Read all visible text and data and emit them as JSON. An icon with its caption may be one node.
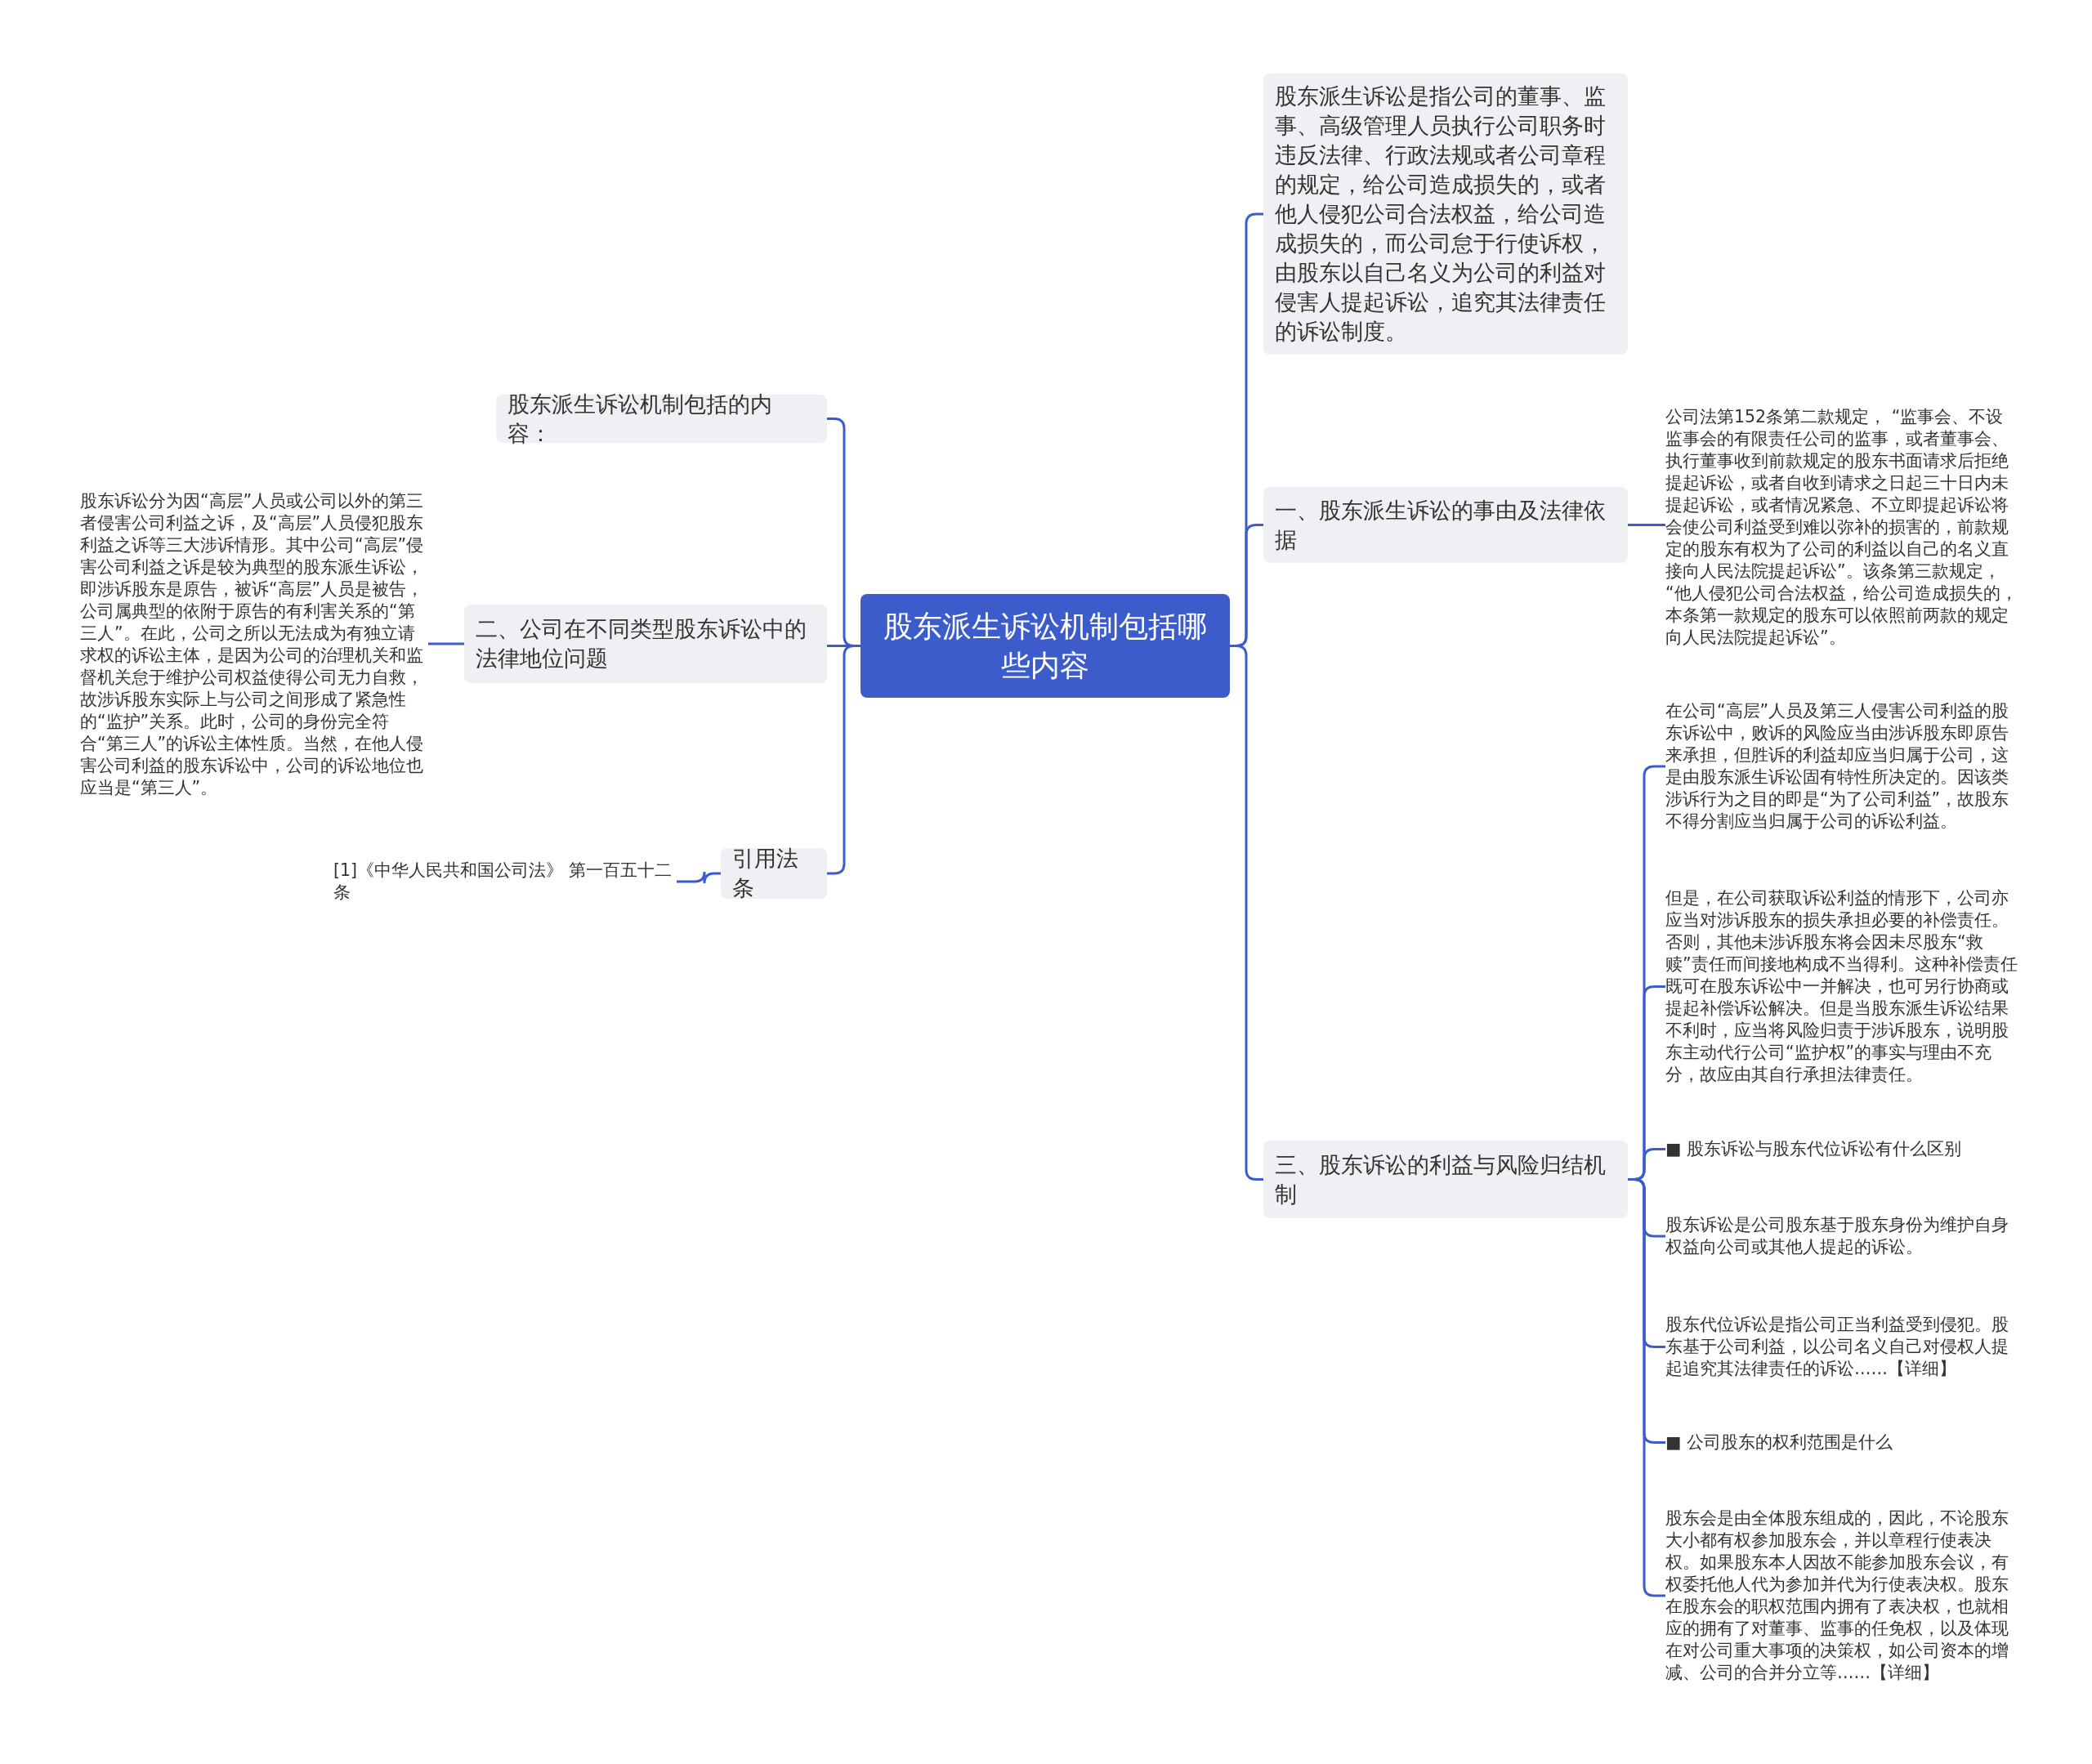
{
  "diagram": {
    "nodes": [
      {
        "text": [
          "股东派生诉讼机制包括哪些内容"
        ]
      },
      {
        "text": [
          "股东派生诉讼机制包括的内容："
        ]
      },
      {
        "text": [
          "二、公司在不同类型股东诉讼中的法律地位问题"
        ]
      },
      {
        "text": [
          "股东诉讼分为因“高层”人员或公司以外的第三者侵害公司利益之诉，及“高层”人员侵犯股东利益之诉等三大涉诉情形。其中公司“高层”侵害公司利益之诉是较为典型的股东派生诉讼，即涉诉股东是原告，被诉“高层”人员是被告，公司属典型的依附于原告的有利害关系的“第三人”。在此，公司之所以无法成为有独立请求权的诉讼主体，是因为公司的治理机关和监督机关怠于维护公司权益使得公司无力自救，故涉诉股东实际上与公司之间形成了紧急性的“监护”关系。此时，公司的身份完全符合“第三人”的诉讼主体性质。当然，在他人侵害公司利益的股东诉讼中，公司的诉讼地位也应当是“第三人”。"
        ]
      },
      {
        "text": [
          "引用法条"
        ]
      },
      {
        "text": [
          "[1]《中华人民共和国公司法》 第一百五十二条"
        ]
      },
      {
        "text": [
          "股东派生诉讼是指公司的董事、监事、高级管理人员执行公司职务时违反法律、行政法规或者公司章程的规定，给公司造成损失的，或者他人侵犯公司合法权益，给公司造成损失的，而公司怠于行使诉权，由股东以自己名义为公司的利益对侵害人提起诉讼，追究其法律责任的诉讼制度。"
        ]
      },
      {
        "text": [
          "一、股东派生诉讼的事由及法律依据"
        ]
      },
      {
        "text": [
          "公司法第152条第二款规定， “监事会、不设监事会的有限责任公司的监事，或者董事会、执行董事收到前款规定的股东书面请求后拒绝提起诉讼，或者自收到请求之日起三十日内未提起诉讼，或者情况紧急、不立即提起诉讼将会使公司利益受到难以弥补的损害的，前款规定的股东有权为了公司的利益以自己的名义直接向人民法院提起诉讼”。该条第三款规定， “他人侵犯公司合法权益，给公司造成损失的，本条第一款规定的股东可以依照前两款的规定向人民法院提起诉讼”。"
        ]
      },
      {
        "text": [
          "三、股东诉讼的利益与风险归结机制"
        ]
      },
      {
        "text": [
          "在公司“高层”人员及第三人侵害公司利益的股东诉讼中，败诉的风险应当由涉诉股东即原告来承担，但胜诉的利益却应当归属于公司，这是由股东派生诉讼固有特性所决定的。因该类涉诉行为之目的即是“为了公司利益”，故股东不得分割应当归属于公司的诉讼利益。"
        ]
      },
      {
        "text": [
          "但是，在公司获取诉讼利益的情形下，公司亦应当对涉诉股东的损失承担必要的补偿责任。否则，其他未涉诉股东将会因未尽股东“救赎”责任而间接地构成不当得利。这种补偿责任既可在股东诉讼中一并解决，也可另行协商或提起补偿诉讼解决。但是当股东派生诉讼结果不利时，应当将风险归责于涉诉股东，说明股东主动代行公司“监护权”的事实与理由不充分，故应由其自行承担法律责任。"
        ]
      },
      {
        "text": [
          "■ 股东诉讼与股东代位诉讼有什么区别"
        ]
      },
      {
        "text": [
          "股东诉讼是公司股东基于股东身份为维护自身权益向公司或其他人提起的诉讼。"
        ]
      },
      {
        "text": [
          "股东代位诉讼是指公司正当利益受到侵犯。股东基于公司利益，以公司名义自己对侵权人提起追究其法律责任的诉讼……【详细】"
        ]
      },
      {
        "text": [
          "■ 公司股东的权利范围是什么"
        ]
      },
      {
        "text": [
          "股东会是由全体股东组成的，因此，不论股东大小都有权参加股东会，并以章程行使表决权。如果股东本人因故不能参加股东会议，有权委托他人代为参加并代为行使表决权。股东在股东会的职权范围内拥有了表决权，也就相应的拥有了对董事、监事的任免权，以及体现在对公司重大事项的决策权，如公司资本的增减、公司的合并分立等……【详细】"
        ]
      }
    ],
    "edges": [
      {
        "from": 0,
        "to": 1,
        "arrow": "none"
      },
      {
        "from": 0,
        "to": 2,
        "arrow": "none"
      },
      {
        "from": 2,
        "to": 3,
        "arrow": "none"
      },
      {
        "from": 0,
        "to": 4,
        "arrow": "none"
      },
      {
        "from": 4,
        "to": 5,
        "arrow": "none"
      },
      {
        "from": 0,
        "to": 6,
        "arrow": "none"
      },
      {
        "from": 0,
        "to": 7,
        "arrow": "none"
      },
      {
        "from": 7,
        "to": 8,
        "arrow": "none"
      },
      {
        "from": 0,
        "to": 9,
        "arrow": "none"
      },
      {
        "from": 9,
        "to": 10,
        "arrow": "none"
      },
      {
        "from": 9,
        "to": 11,
        "arrow": "none"
      },
      {
        "from": 9,
        "to": 12,
        "arrow": "none"
      },
      {
        "from": 9,
        "to": 13,
        "arrow": "none"
      },
      {
        "from": 9,
        "to": 14,
        "arrow": "none"
      },
      {
        "from": 9,
        "to": 15,
        "arrow": "none"
      },
      {
        "from": 9,
        "to": 16,
        "arrow": "none"
      }
    ]
  }
}
